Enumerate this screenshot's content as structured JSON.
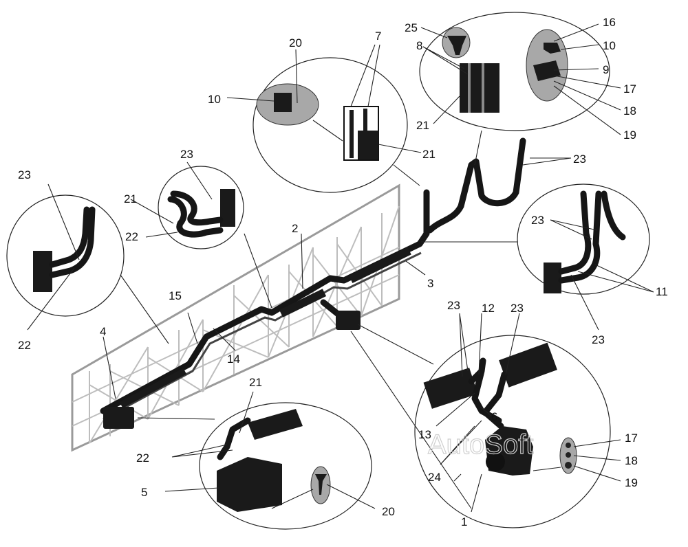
{
  "watermark": "AutoSoft",
  "callouts": [
    {
      "id": "c1",
      "text": "1"
    },
    {
      "id": "c2",
      "text": "2"
    },
    {
      "id": "c3",
      "text": "3"
    },
    {
      "id": "c4",
      "text": "4"
    },
    {
      "id": "c5",
      "text": "5"
    },
    {
      "id": "c6",
      "text": "6"
    },
    {
      "id": "c7",
      "text": "7"
    },
    {
      "id": "c8",
      "text": "8"
    },
    {
      "id": "c9",
      "text": "9"
    },
    {
      "id": "c10a",
      "text": "10"
    },
    {
      "id": "c10b",
      "text": "10"
    },
    {
      "id": "c11",
      "text": "11"
    },
    {
      "id": "c12",
      "text": "12"
    },
    {
      "id": "c13",
      "text": "13"
    },
    {
      "id": "c14",
      "text": "14"
    },
    {
      "id": "c15",
      "text": "15"
    },
    {
      "id": "c16",
      "text": "16"
    },
    {
      "id": "c17a",
      "text": "17"
    },
    {
      "id": "c17b",
      "text": "17"
    },
    {
      "id": "c18a",
      "text": "18"
    },
    {
      "id": "c18b",
      "text": "18"
    },
    {
      "id": "c19a",
      "text": "19"
    },
    {
      "id": "c19b",
      "text": "19"
    },
    {
      "id": "c20a",
      "text": "20"
    },
    {
      "id": "c20b",
      "text": "20"
    },
    {
      "id": "c21a",
      "text": "21"
    },
    {
      "id": "c21b",
      "text": "21"
    },
    {
      "id": "c21c",
      "text": "21"
    },
    {
      "id": "c21d",
      "text": "21"
    },
    {
      "id": "c22a",
      "text": "22"
    },
    {
      "id": "c22b",
      "text": "22"
    },
    {
      "id": "c22c",
      "text": "22"
    },
    {
      "id": "c23a",
      "text": "23"
    },
    {
      "id": "c23b",
      "text": "23"
    },
    {
      "id": "c23c",
      "text": "23"
    },
    {
      "id": "c23d",
      "text": "23"
    },
    {
      "id": "c23e",
      "text": "23"
    },
    {
      "id": "c23f",
      "text": "23"
    },
    {
      "id": "c23g",
      "text": "23"
    },
    {
      "id": "c24",
      "text": "24"
    },
    {
      "id": "c25",
      "text": "25"
    }
  ]
}
